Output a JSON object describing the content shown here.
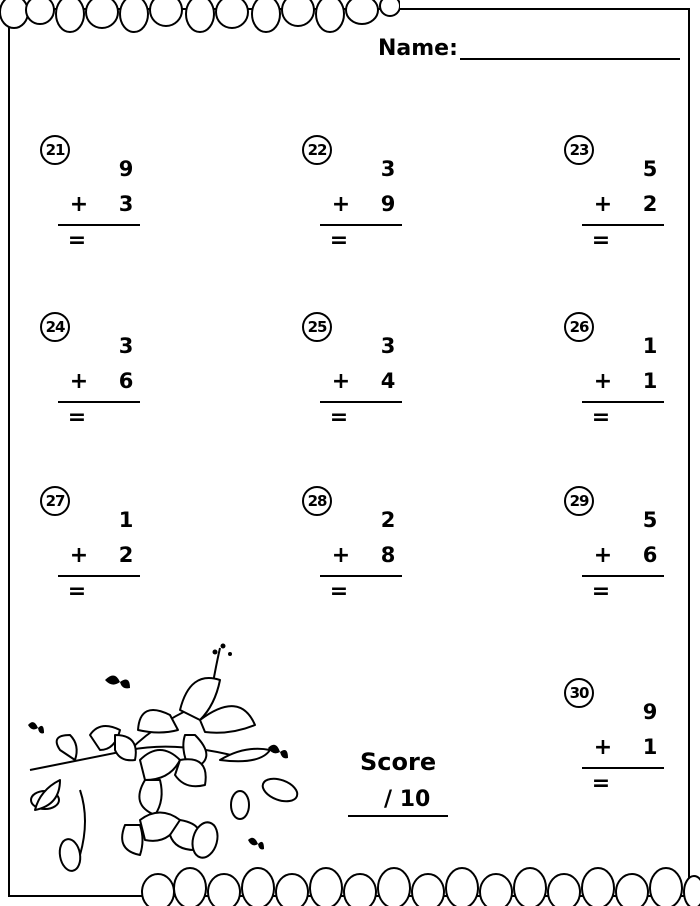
{
  "header": {
    "name_label": "Name:"
  },
  "problems": [
    {
      "number": "21",
      "top": "9",
      "operator": "+",
      "bottom": "3",
      "equals": "="
    },
    {
      "number": "22",
      "top": "3",
      "operator": "+",
      "bottom": "9",
      "equals": "="
    },
    {
      "number": "23",
      "top": "5",
      "operator": "+",
      "bottom": "2",
      "equals": "="
    },
    {
      "number": "24",
      "top": "3",
      "operator": "+",
      "bottom": "6",
      "equals": "="
    },
    {
      "number": "25",
      "top": "3",
      "operator": "+",
      "bottom": "4",
      "equals": "="
    },
    {
      "number": "26",
      "top": "1",
      "operator": "+",
      "bottom": "1",
      "equals": "="
    },
    {
      "number": "27",
      "top": "1",
      "operator": "+",
      "bottom": "2",
      "equals": "="
    },
    {
      "number": "28",
      "top": "2",
      "operator": "+",
      "bottom": "8",
      "equals": "="
    },
    {
      "number": "29",
      "top": "5",
      "operator": "+",
      "bottom": "6",
      "equals": "="
    },
    {
      "number": "30",
      "top": "9",
      "operator": "+",
      "bottom": "1",
      "equals": "="
    }
  ],
  "score": {
    "label": "Score",
    "total": "/ 10"
  }
}
